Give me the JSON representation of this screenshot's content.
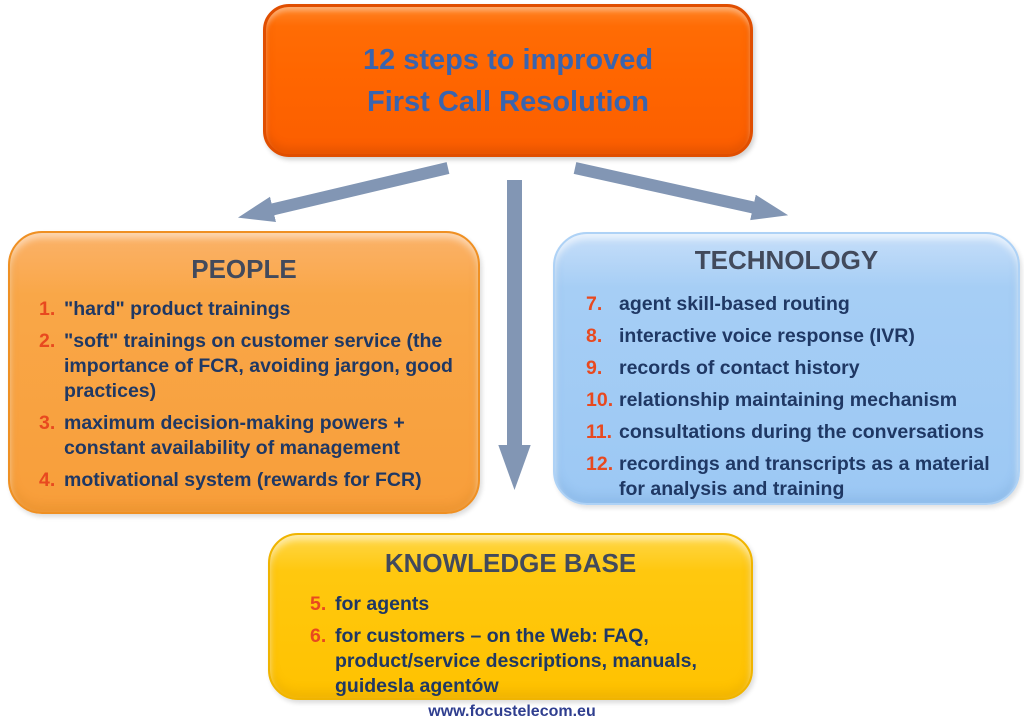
{
  "title_box": {
    "line1": "12 steps to improved",
    "line2": "First Call Resolution"
  },
  "boxes": [
    {
      "id": "people",
      "title": "PEOPLE",
      "items": [
        {
          "num": "1.",
          "text": "\"hard\" product trainings"
        },
        {
          "num": "2.",
          "text": "\"soft\" trainings on customer service (the importance of FCR, avoiding jargon, good practices)"
        },
        {
          "num": "3.",
          "text": "maximum decision-making powers + constant availability of management"
        },
        {
          "num": "4.",
          "text": "motivational system (rewards for FCR)"
        }
      ]
    },
    {
      "id": "technology",
      "title": "TECHNOLOGY",
      "items": [
        {
          "num": "7.",
          "text": "agent skill-based routing"
        },
        {
          "num": "8.",
          "text": "interactive voice response (IVR)"
        },
        {
          "num": "9.",
          "text": "records of contact history"
        },
        {
          "num": "10.",
          "text": "relationship maintaining mechanism"
        },
        {
          "num": "11.",
          "text": "consultations during the conversations"
        },
        {
          "num": "12.",
          "text": "recordings and transcripts as a material for analysis and training"
        }
      ]
    },
    {
      "id": "knowledge_base",
      "title": "KNOWLEDGE BASE",
      "items": [
        {
          "num": "5.",
          "text": "for agents"
        },
        {
          "num": "6.",
          "text": "for customers – on the Web: FAQ, product/service descriptions, manuals, guidesla agentów"
        }
      ]
    }
  ],
  "footer": {
    "url": "www.focustelecom.eu"
  },
  "colors": {
    "top_box_fill": "#FF6600",
    "top_box_border": "#E04E00",
    "title_text": "#3A64AE",
    "people_fill": "#F89E3A",
    "technology_fill": "#9CC8F4",
    "knowledge_fill": "#FFC200",
    "header_text": "#424A5C",
    "number_text": "#E8491F",
    "body_text": "#1F3864",
    "arrow": "#8296B4",
    "footer_text": "#2F3E8F"
  }
}
